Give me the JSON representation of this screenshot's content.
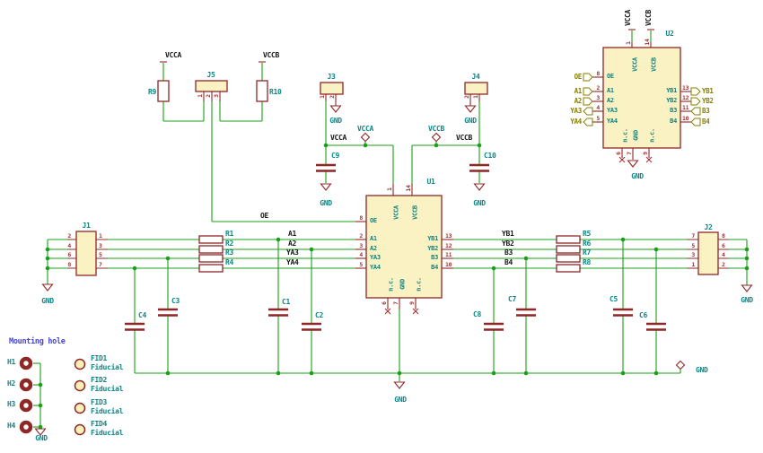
{
  "diagram_type": "schematic",
  "nets": {
    "vcca": "VCCA",
    "vccb": "VCCB",
    "gnd": "GND",
    "oe": "OE",
    "a1": "A1",
    "a2": "A2",
    "ya3": "YA3",
    "ya4": "YA4",
    "yb1": "YB1",
    "yb2": "YB2",
    "b3": "B3",
    "b4": "B4"
  },
  "notes": {
    "mounting_hole": "Mounting hole",
    "fiducial": "Fiducial"
  },
  "refs": {
    "u1": "U1",
    "u2": "U2",
    "j1": "J1",
    "j2": "J2",
    "j3": "J3",
    "j4": "J4",
    "j5": "J5",
    "r1": "R1",
    "r2": "R2",
    "r3": "R3",
    "r4": "R4",
    "r5": "R5",
    "r6": "R6",
    "r7": "R7",
    "r8": "R8",
    "r9": "R9",
    "r10": "R10",
    "c1": "C1",
    "c2": "C2",
    "c3": "C3",
    "c4": "C4",
    "c5": "C5",
    "c6": "C6",
    "c7": "C7",
    "c8": "C8",
    "c9": "C9",
    "c10": "C10",
    "h1": "H1",
    "h2": "H2",
    "h3": "H3",
    "h4": "H4",
    "fid1": "FID1",
    "fid2": "FID2",
    "fid3": "FID3",
    "fid4": "FID4"
  },
  "chip_pins": {
    "top": [
      {
        "num": "1",
        "name": "VCCA"
      },
      {
        "num": "14",
        "name": "VCCB"
      }
    ],
    "left": [
      {
        "num": "8",
        "name": "OE"
      },
      {
        "num": "2",
        "name": "A1"
      },
      {
        "num": "3",
        "name": "A2"
      },
      {
        "num": "4",
        "name": "YA3"
      },
      {
        "num": "5",
        "name": "YA4"
      }
    ],
    "right": [
      {
        "num": "13",
        "name": "YB1"
      },
      {
        "num": "12",
        "name": "YB2"
      },
      {
        "num": "11",
        "name": "B3"
      },
      {
        "num": "10",
        "name": "B4"
      }
    ],
    "bottom": [
      {
        "num": "6",
        "name": "n.c."
      },
      {
        "num": "7",
        "name": "GND"
      },
      {
        "num": "9",
        "name": "n.c."
      }
    ]
  },
  "connector_pins": {
    "j1_left": [
      "2",
      "4",
      "6",
      "8"
    ],
    "j1_right": [
      "1",
      "3",
      "5",
      "7"
    ],
    "j2_left": [
      "7",
      "5",
      "3",
      "1"
    ],
    "j2_right": [
      "8",
      "6",
      "4",
      "2"
    ],
    "j3": [
      "1",
      "2"
    ],
    "j4": [
      "2",
      "1"
    ],
    "j5": [
      "1",
      "2",
      "3"
    ]
  },
  "colors": {
    "wire": "#18a018",
    "symbol": "#8f2727",
    "symbol_fill": "#fbf2c4",
    "pin_number": "#a33333",
    "reference": "#0e8585",
    "net_label": "#161616",
    "hier_label": "#868000",
    "note_text": "#4545cf",
    "background": "#ffffff"
  }
}
